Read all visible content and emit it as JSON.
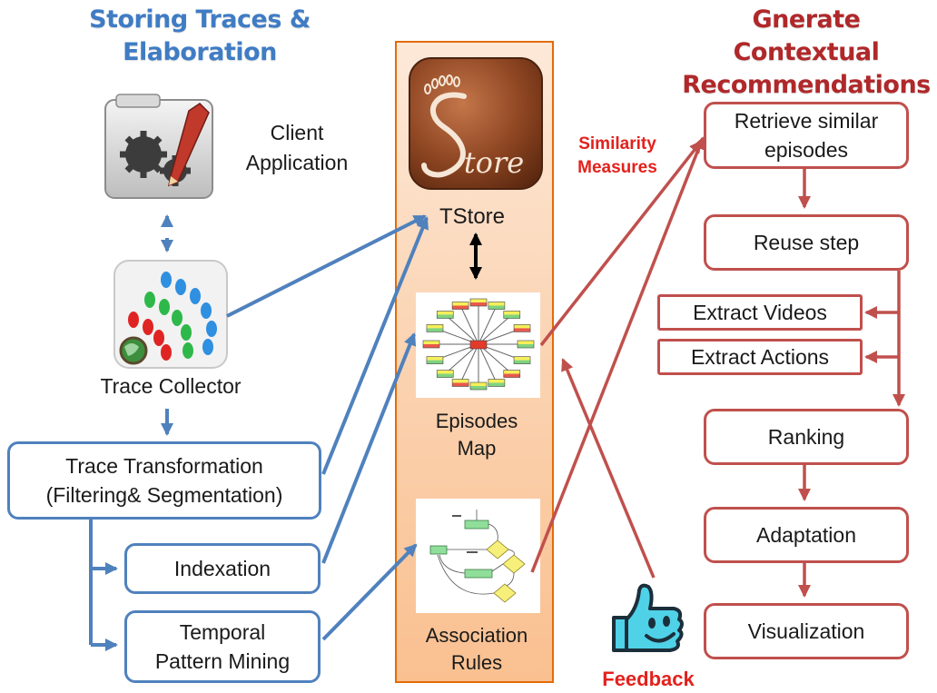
{
  "headers": {
    "left_line1": "Storing Traces &",
    "left_line2": "Elaboration",
    "right_line1": "Gnerate Contextual",
    "right_line2": "Recommendations"
  },
  "left": {
    "client_line1": "Client",
    "client_line2": "Application",
    "trace_collector": "Trace Collector",
    "transform_line1": "Trace Transformation",
    "transform_line2": "(Filtering& Segmentation)",
    "indexation": "Indexation",
    "temporal_line1": "Temporal",
    "temporal_line2": "Pattern Mining"
  },
  "center": {
    "tstore_logo": "Store",
    "tstore_label": "TStore",
    "episodes_line1": "Episodes",
    "episodes_line2": "Map",
    "assoc_line1": "Association",
    "assoc_line2": "Rules"
  },
  "annotations": {
    "similarity_line1": "Similarity",
    "similarity_line2": "Measures",
    "feedback": "Feedback"
  },
  "right": {
    "retrieve_line1": "Retrieve similar",
    "retrieve_line2": "episodes",
    "reuse": "Reuse step",
    "extract_videos": "Extract Videos",
    "extract_actions": "Extract Actions",
    "ranking": "Ranking",
    "adaptation": "Adaptation",
    "visualization": "Visualization"
  },
  "colors": {
    "blue": "#4f81bd",
    "red": "#c0504d",
    "orange": "#e36c09",
    "title_blue": "#3f7cc4",
    "title_red": "#b0282a"
  }
}
